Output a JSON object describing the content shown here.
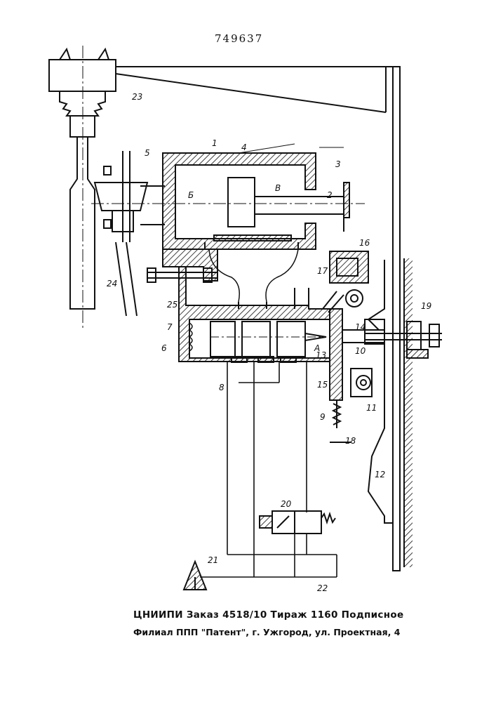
{
  "header": {
    "patent_number": "749637"
  },
  "figure": {
    "callouts": [
      "1",
      "2",
      "3",
      "4",
      "5",
      "6",
      "7",
      "8",
      "9",
      "10",
      "11",
      "12",
      "13",
      "14",
      "15",
      "16",
      "17",
      "18",
      "19",
      "20",
      "21",
      "22",
      "23",
      "24",
      "25"
    ],
    "chamber_labels": {
      "left": "Б",
      "right": "В"
    },
    "port_label": "А"
  },
  "footer": {
    "line1": "ЦНИИПИ Заказ 4518/10 Тираж 1160 Подписное",
    "line2": "Филиал ППП \"Патент\", г. Ужгород, ул. Проектная, 4"
  }
}
